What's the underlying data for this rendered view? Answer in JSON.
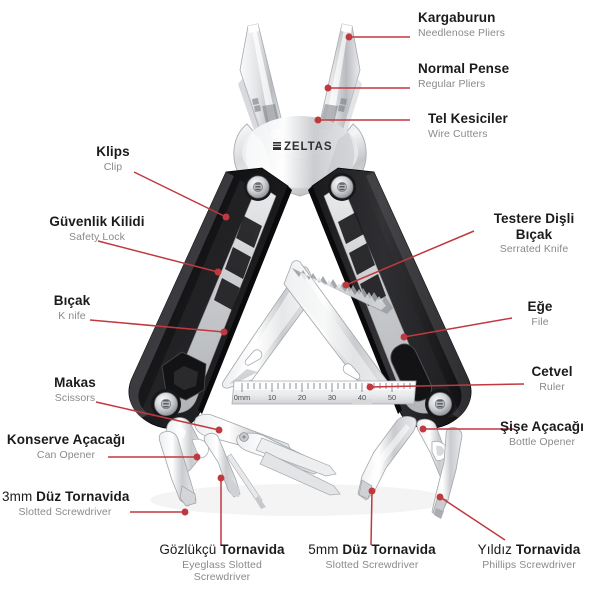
{
  "image": {
    "subject": "multi-tool pliers",
    "brand_logo": "ZELTAS",
    "background_color": "#ffffff",
    "leader_color": "#c0393f",
    "title_color": "#1b1b1b",
    "subtitle_color": "#8a8a8a"
  },
  "ruler": {
    "tick_labels": [
      "0mm",
      "10",
      "20",
      "30",
      "40",
      "50"
    ]
  },
  "callouts": [
    {
      "id": "needlenose-pliers",
      "title": "Kargaburun",
      "sub": "Needlenose Pliers"
    },
    {
      "id": "regular-pliers",
      "title": "Normal Pense",
      "sub": "Regular Pliers"
    },
    {
      "id": "wire-cutters",
      "title": "Tel Kesiciler",
      "sub": "Wire Cutters"
    },
    {
      "id": "clip",
      "title": "Klips",
      "sub": "Clip"
    },
    {
      "id": "safety-lock",
      "title": "Güvenlik Kilidi",
      "sub": "Safety Lock"
    },
    {
      "id": "knife",
      "title": "Bıçak",
      "sub": "K nife"
    },
    {
      "id": "serrated-knife",
      "title_line1": "Testere Dişli",
      "title_line2": "Bıçak",
      "sub": "Serrated Knife"
    },
    {
      "id": "file",
      "title": "Eğe",
      "sub": "File"
    },
    {
      "id": "ruler",
      "title": "Cetvel",
      "sub": "Ruler"
    },
    {
      "id": "bottle-opener",
      "title": "Şişe Açacağı",
      "sub": "Bottle Opener"
    },
    {
      "id": "scissors",
      "title": "Makas",
      "sub": "Scissors"
    },
    {
      "id": "can-opener",
      "title": "Konserve Açacağı",
      "sub": "Can Opener"
    },
    {
      "id": "slotted-screwdriver-3mm",
      "title_light": "3mm",
      "title_bold": "Düz Tornavida",
      "sub": "Slotted Screwdriver"
    },
    {
      "id": "eyeglass-screwdriver",
      "title_light": "Gözlükçü",
      "title_bold": "Tornavida",
      "sub_line1": "Eyeglass Slotted",
      "sub_line2": "Screwdriver"
    },
    {
      "id": "slotted-screwdriver-5mm",
      "title_light": "5mm",
      "title_bold": "Düz Tornavida",
      "sub": "Slotted Screwdriver"
    },
    {
      "id": "phillips-screwdriver",
      "title_light": "Yıldız",
      "title_bold": "Tornavida",
      "sub": "Phillips Screwdriver"
    }
  ]
}
